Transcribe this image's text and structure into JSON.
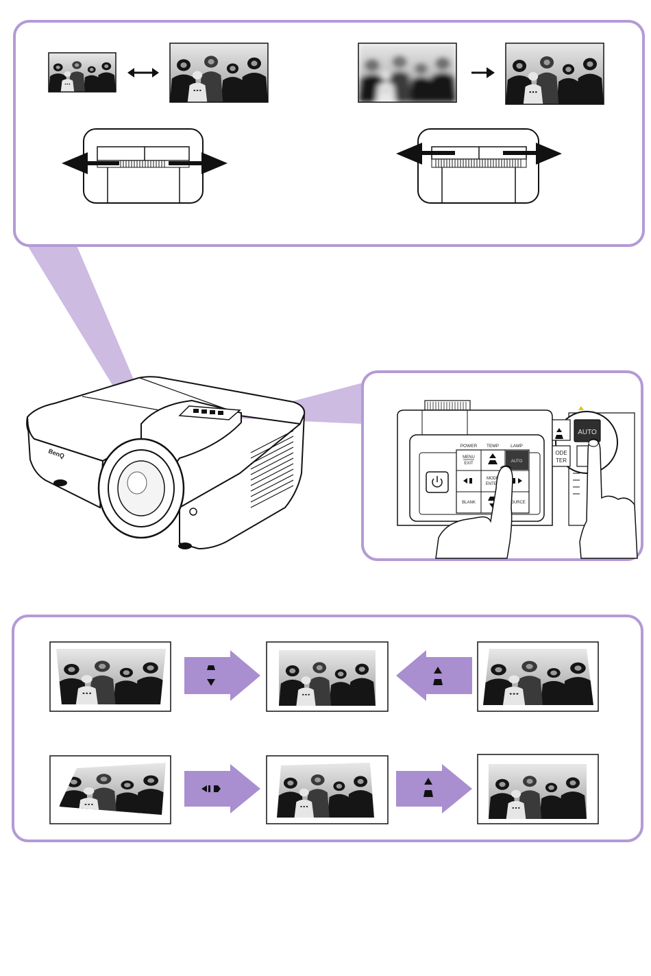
{
  "brand": {
    "logo": "BenQ"
  },
  "colors": {
    "accent": "#a98ed0",
    "accent_light": "#cdbbe2",
    "panel_border": "#b49ad6",
    "ink": "#1a1a1a"
  },
  "control_panel": {
    "labels": {
      "power": "POWER",
      "temp": "TEMP",
      "lamp": "LAMP",
      "menu": "MENU",
      "exit": "EXIT",
      "auto": "AUTO",
      "mode": "MODE",
      "enter": "ENTER",
      "blank": "BLANK",
      "source": "SOURCE"
    },
    "zoom": {
      "auto": "AUTO",
      "mode_partial": "ODE",
      "enter_partial": "TER"
    }
  },
  "icons": [
    "double-arrow-icon",
    "right-arrow-icon",
    "power-icon",
    "keystone-up-icon",
    "keystone-down-icon",
    "left-right-keystone-icon",
    "finger-press-icon"
  ]
}
